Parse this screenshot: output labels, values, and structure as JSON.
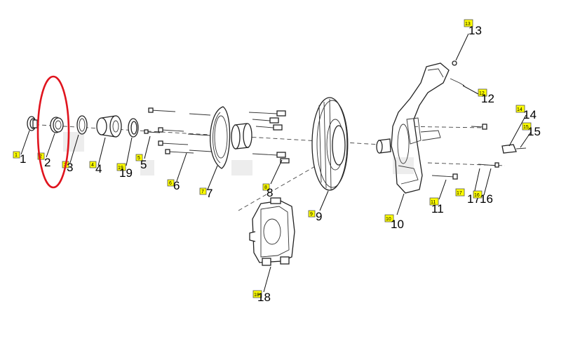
{
  "diagram": {
    "callouts": [
      {
        "id": 1,
        "small": "1",
        "big": "1"
      },
      {
        "id": 2,
        "small": "2",
        "big": "2"
      },
      {
        "id": 3,
        "small": "3",
        "big": "3"
      },
      {
        "id": 4,
        "small": "4",
        "big": "4"
      },
      {
        "id": 5,
        "small": "5",
        "big": "5"
      },
      {
        "id": 6,
        "small": "6",
        "big": "6"
      },
      {
        "id": 7,
        "small": "7",
        "big": "7"
      },
      {
        "id": 8,
        "small": "8",
        "big": "8"
      },
      {
        "id": 9,
        "small": "9",
        "big": "9"
      },
      {
        "id": 10,
        "small": "10",
        "big": "10"
      },
      {
        "id": 11,
        "small": "11",
        "big": "11"
      },
      {
        "id": 12,
        "small": "12",
        "big": "12"
      },
      {
        "id": 13,
        "small": "13",
        "big": "13"
      },
      {
        "id": 14,
        "small": "14",
        "big": "14"
      },
      {
        "id": 15,
        "small": "15",
        "big": "15"
      },
      {
        "id": 16,
        "small": "16",
        "big": "16"
      },
      {
        "id": 17,
        "small": "17",
        "big": "17"
      },
      {
        "id": 18,
        "small": "18",
        "big": "18"
      },
      {
        "id": 19,
        "small": "19",
        "big": "19"
      }
    ],
    "highlight_part": 2,
    "colors": {
      "callout_fill": "#ffff00",
      "highlight": "#e0141e",
      "line": "#222222"
    }
  }
}
